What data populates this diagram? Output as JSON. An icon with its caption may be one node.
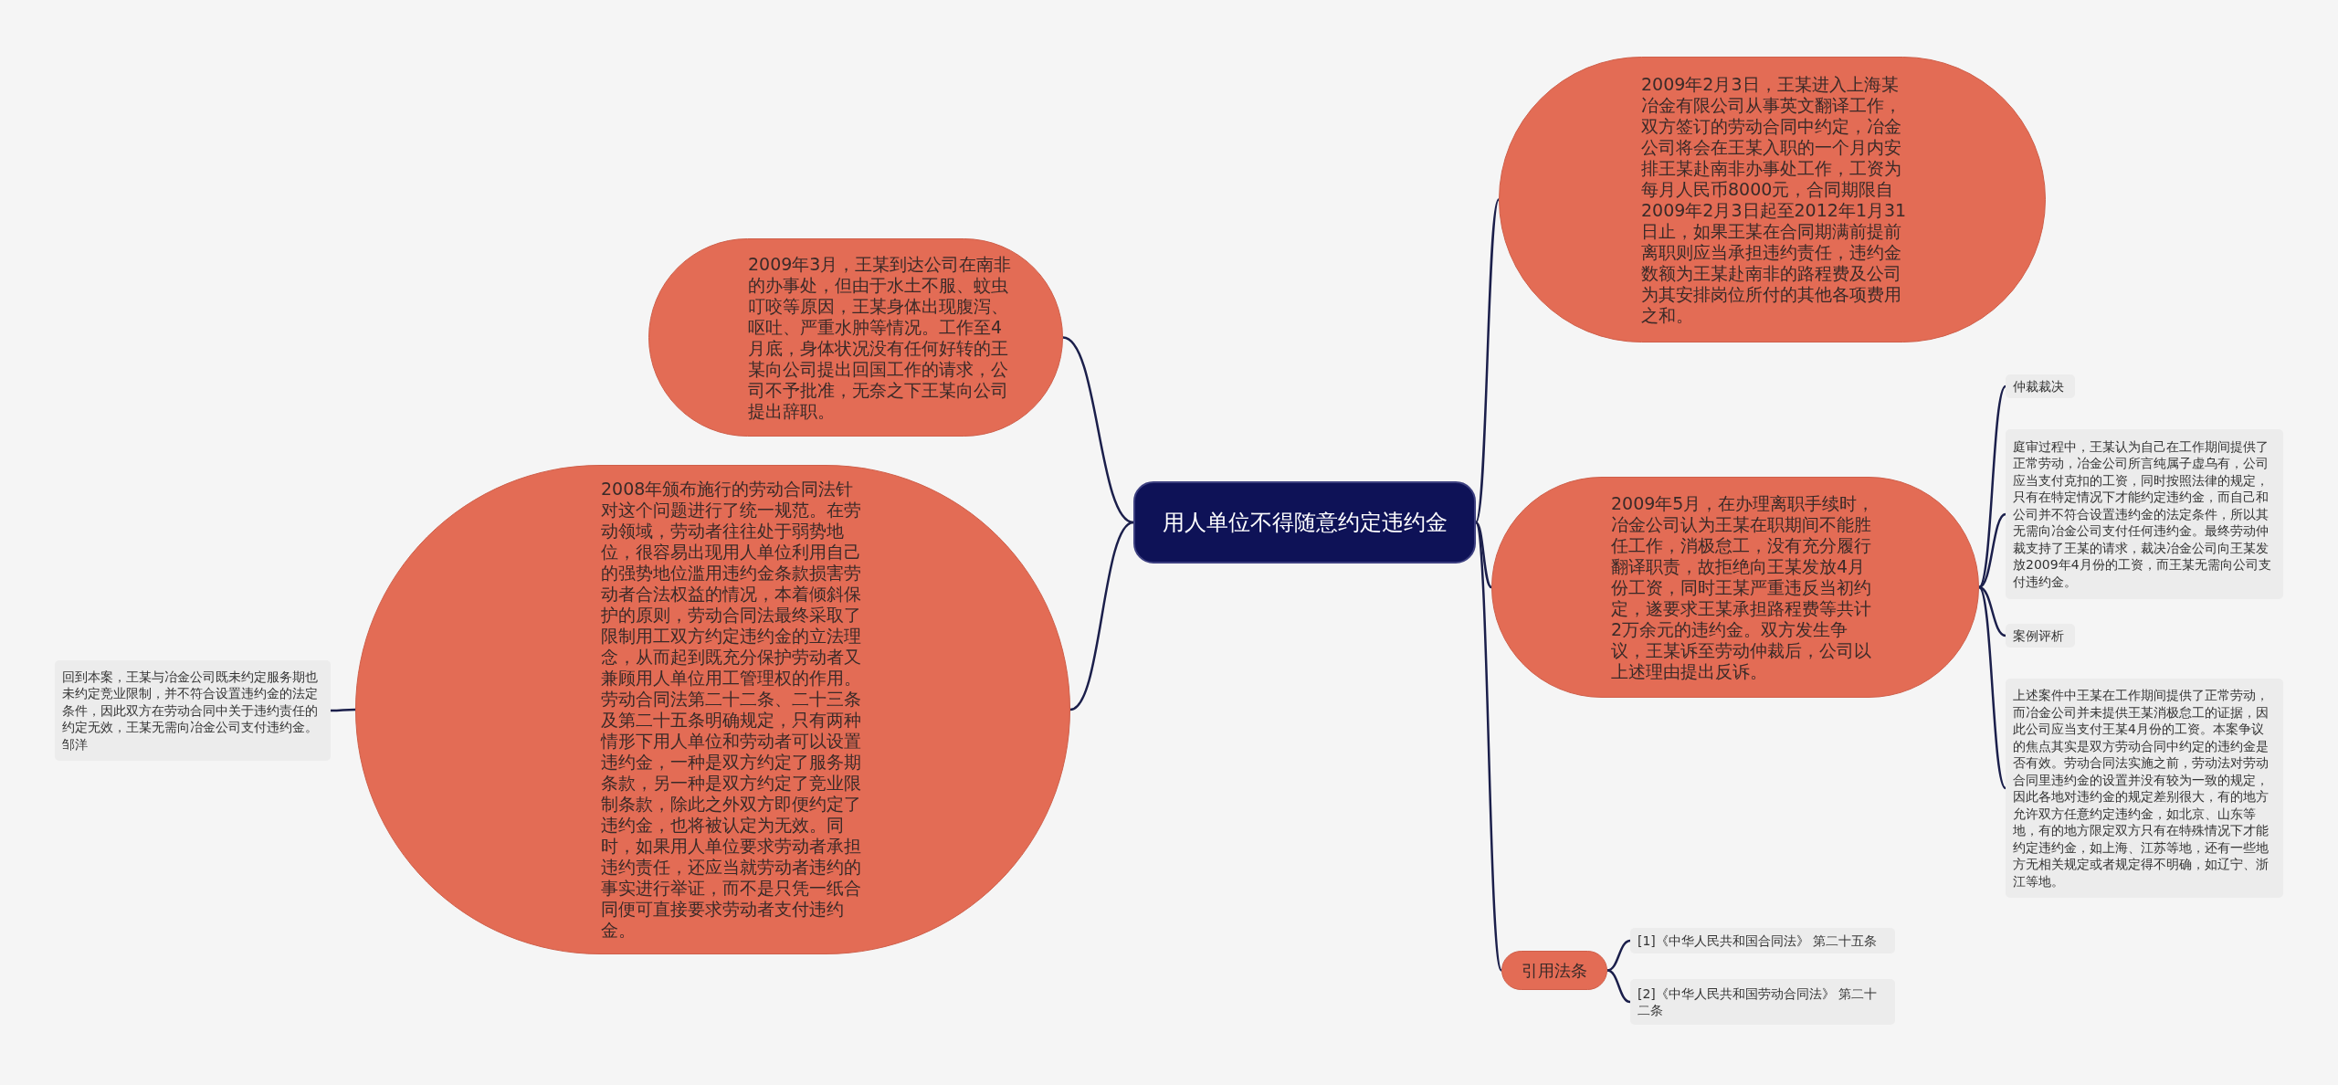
{
  "diagram": {
    "nodes": [
      {
        "text": [
          "用人单位不得随意约定违约金"
        ]
      },
      {
        "text": [
          "2009年3月，王某到达公司在南非的办事处，但由于水土不服、蚊虫叮咬等原因，王某身体出现腹泻、呕吐、严重水肿等情况。工作至4月底，身体状况没有任何好转的王某向公司提出回国工作的请求，公司不予批准，无奈之下王某向公司提出辞职。"
        ]
      },
      {
        "text": [
          "2008年颁布施行的劳动合同法针对这个问题进行了统一规范。在劳动领域，劳动者往往处于弱势地位，很容易出现用人单位利用自己的强势地位滥用违约金条款损害劳动者合法权益的情况，本着倾斜保护的原则，劳动合同法最终采取了限制用工双方约定违约金的立法理念，从而起到既充分保护劳动者又兼顾用人单位用工管理权的作用。劳动合同法第二十二条、二十三条及第二十五条明确规定，只有两种情形下用人单位和劳动者可以设置违约金，一种是双方约定了服务期条款，另一种是双方约定了竞业限制条款，除此之外双方即便约定了违约金，也将被认定为无效。同时，如果用人单位要求劳动者承担违约责任，还应当就劳动者违约的事实进行举证，而不是只凭一纸合同便可直接要求劳动者支付违约金。"
        ]
      },
      {
        "text": [
          "回到本案，王某与冶金公司既未约定服务期也未约定竞业限制，并不符合设置违约金的法定条件，因此双方在劳动合同中关于违约责任的约定无效，王某无需向冶金公司支付违约金。",
          "邹洋"
        ]
      },
      {
        "text": [
          "2009年2月3日，王某进入上海某冶金有限公司从事英文翻译工作，双方签订的劳动合同中约定，冶金公司将会在王某入职的一个月内安排王某赴南非办事处工作，工资为每月人民币8000元，合同期限自2009年2月3日起至2012年1月31日止，如果王某在合同期满前提前离职则应当承担违约责任，违约金数额为王某赴南非的路程费及公司为其安排岗位所付的其他各项费用之和。"
        ]
      },
      {
        "text": [
          "2009年5月，在办理离职手续时，冶金公司认为王某在职期间不能胜任工作，消极怠工，没有充分履行翻译职责，故拒绝向王某发放4月份工资，同时王某严重违反当初约定，遂要求王某承担路程费等共计2万余元的违约金。双方发生争议，王某诉至劳动仲裁后，公司以上述理由提出反诉。"
        ]
      },
      {
        "text": [
          "仲裁裁决"
        ]
      },
      {
        "text": [
          "庭审过程中，王某认为自己在工作期间提供了正常劳动，冶金公司所言纯属子虚乌有，公司应当支付克扣的工资，同时按照法律的规定，只有在特定情况下才能约定违约金，而自己和公司并不符合设置违约金的法定条件，所以其无需向冶金公司支付任何违约金。最终劳动仲裁支持了王某的请求，裁决冶金公司向王某发放2009年4月份的工资，而王某无需向公司支付违约金。"
        ]
      },
      {
        "text": [
          "案例评析"
        ]
      },
      {
        "text": [
          "上述案件中王某在工作期间提供了正常劳动，而冶金公司并未提供王某消极怠工的证据，因此公司应当支付王某4月份的工资。本案争议的焦点其实是双方劳动合同中约定的违约金是否有效。劳动合同法实施之前，劳动法对劳动合同里违约金的设置并没有较为一致的规定，因此各地对违约金的规定差别很大，有的地方允许双方任意约定违约金，如北京、山东等地，有的地方限定双方只有在特殊情况下才能约定违约金，如上海、江苏等地，还有一些地方无相关规定或者规定得不明确，如辽宁、浙江等地。"
        ]
      },
      {
        "text": [
          "引用法条"
        ]
      },
      {
        "text": [
          "[1]《中华人民共和国合同法》 第二十五条"
        ]
      },
      {
        "text": [
          "[2]《中华人民共和国劳动合同法》 第二十二条"
        ]
      }
    ],
    "edges": [
      {
        "from": 0,
        "to": 1,
        "arrow": "none"
      },
      {
        "from": 0,
        "to": 2,
        "arrow": "none"
      },
      {
        "from": 2,
        "to": 3,
        "arrow": "none"
      },
      {
        "from": 0,
        "to": 4,
        "arrow": "none"
      },
      {
        "from": 0,
        "to": 5,
        "arrow": "none"
      },
      {
        "from": 5,
        "to": 6,
        "arrow": "none"
      },
      {
        "from": 5,
        "to": 7,
        "arrow": "none"
      },
      {
        "from": 5,
        "to": 8,
        "arrow": "none"
      },
      {
        "from": 5,
        "to": 9,
        "arrow": "none"
      },
      {
        "from": 0,
        "to": 10,
        "arrow": "none"
      },
      {
        "from": 10,
        "to": 11,
        "arrow": "none"
      },
      {
        "from": 10,
        "to": 12,
        "arrow": "none"
      }
    ]
  }
}
